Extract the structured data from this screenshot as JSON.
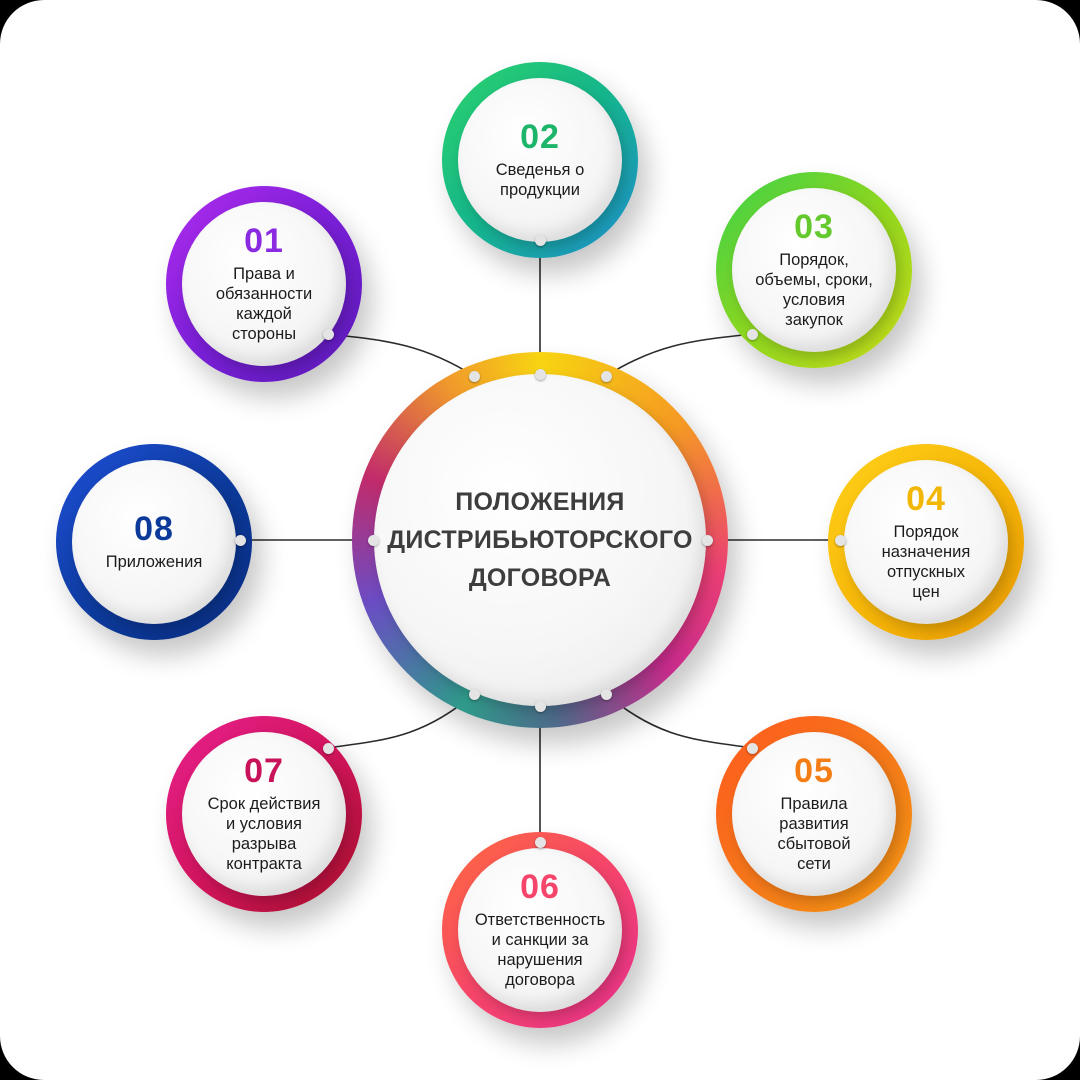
{
  "diagram": {
    "center": {
      "title": "ПОЛОЖЕНИЯ\nДИСТРИБЬЮТОРСКОГО\nДОГОВОРА"
    },
    "items": [
      {
        "number": "01",
        "label": "Права и\nобязанности\nкаждой\nстороны",
        "color": "#8a2be2"
      },
      {
        "number": "02",
        "label": "Сведенья о\nпродукции",
        "color": "#1db56a"
      },
      {
        "number": "03",
        "label": "Порядок,\nобъемы, сроки,\nусловия\nзакупок",
        "color": "#63c92c"
      },
      {
        "number": "04",
        "label": "Порядок\nназначения\nотпускных\nцен",
        "color": "#f2b705"
      },
      {
        "number": "05",
        "label": "Правила\nразвития\nсбытовой\nсети",
        "color": "#f57d15"
      },
      {
        "number": "06",
        "label": "Ответственность\nи санкции за\nнарушения\nдоговора",
        "color": "#f5456a"
      },
      {
        "number": "07",
        "label": "Срок действия\nи условия\nразрыва\nконтракта",
        "color": "#c8125a"
      },
      {
        "number": "08",
        "label": "Приложения",
        "color": "#0c3a9a"
      }
    ]
  }
}
